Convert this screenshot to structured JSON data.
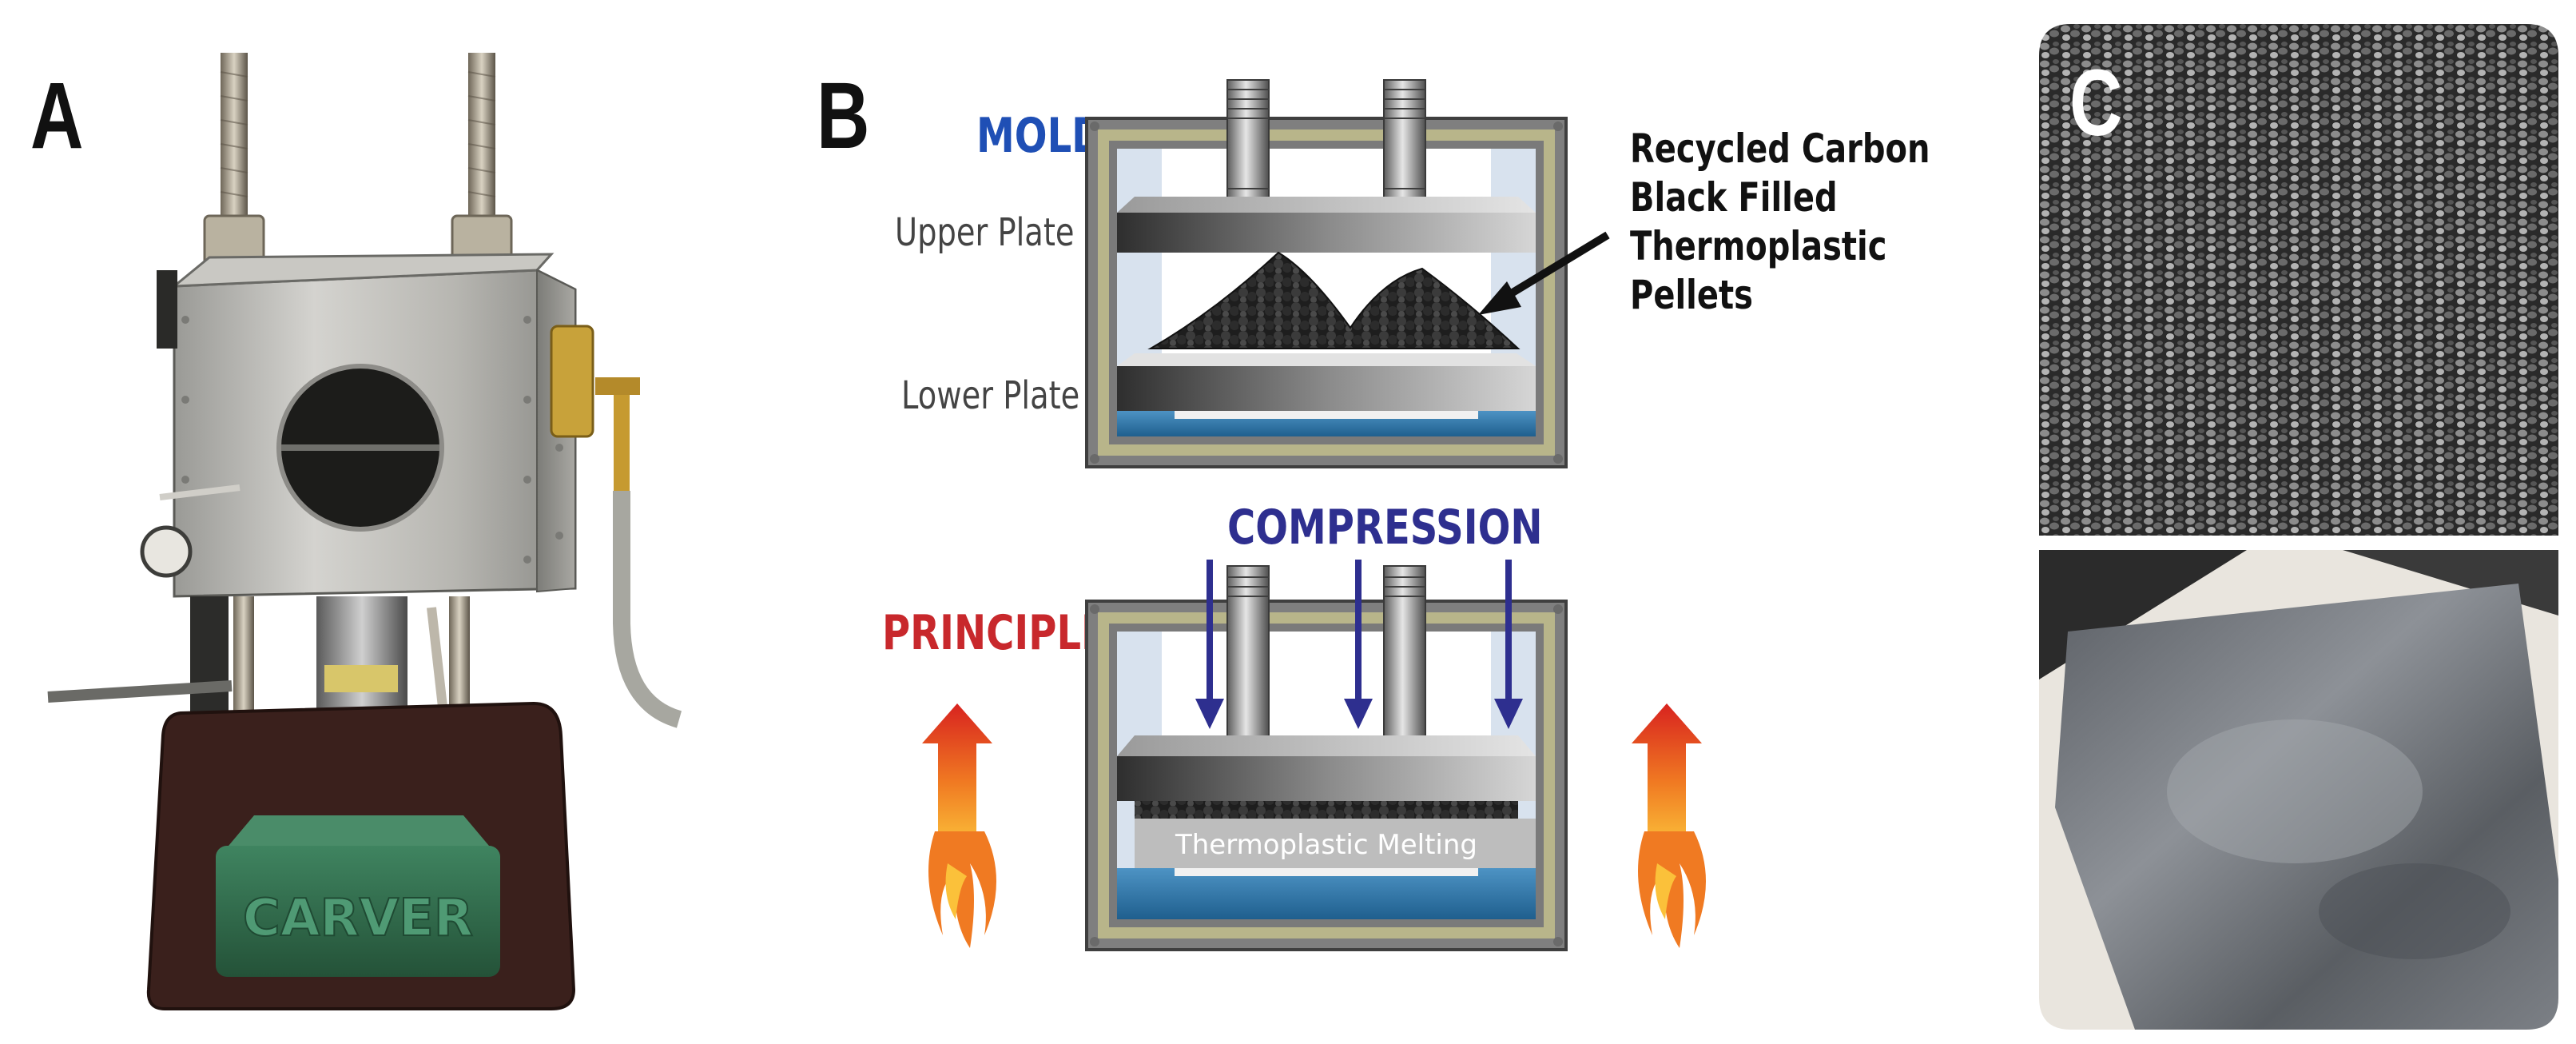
{
  "panels": {
    "a": {
      "letter": "A",
      "press_brand": "CARVER"
    },
    "b": {
      "letter": "B",
      "mold_title": "MOLD",
      "upper_plate": "Upper Plate",
      "lower_plate": "Lower Plate",
      "pellet_note": [
        "Recycled Carbon",
        "Black Filled",
        "Thermoplastic",
        "Pellets"
      ],
      "compression": "COMPRESSION",
      "principle": "PRINCIPLE",
      "melting": "Thermoplastic Melting"
    },
    "c": {
      "letter": "C"
    }
  },
  "colors": {
    "mold_blue": "#1f4fb5",
    "compression_navy": "#2e2f8f",
    "principle_red": "#c8282c",
    "press_green": "#2f6b4a",
    "frame_olive": "#b8b58a",
    "water_blue": "#2f76a8"
  }
}
